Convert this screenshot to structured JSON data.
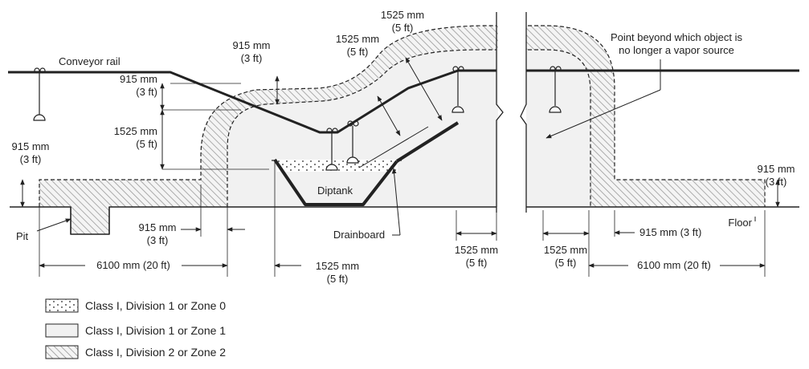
{
  "labels": {
    "conveyor_rail": "Conveyor rail",
    "point_beyond_line1": "Point beyond which object is",
    "point_beyond_line2": "no longer a vapor source",
    "diptank": "Diptank",
    "drainboard": "Drainboard",
    "pit": "Pit",
    "floor": "Floor"
  },
  "dimensions": {
    "d915_mm": "915 mm",
    "d915_ft": "(3 ft)",
    "d1525_mm": "1525 mm",
    "d1525_ft": "(5 ft)",
    "d915_inline": "915 mm (3 ft)",
    "d6100_inline": "6100 mm (20 ft)"
  },
  "legend": {
    "items": [
      {
        "label": "Class I, Division 1 or Zone 0",
        "pattern": "dots"
      },
      {
        "label": "Class I, Division 1 or Zone 1",
        "pattern": "plain"
      },
      {
        "label": "Class I, Division 2 or Zone 2",
        "pattern": "hatch"
      }
    ]
  },
  "colors": {
    "line": "#222222",
    "zone1_fill": "#f1f1f1",
    "hatch": "#9a9a9a"
  }
}
